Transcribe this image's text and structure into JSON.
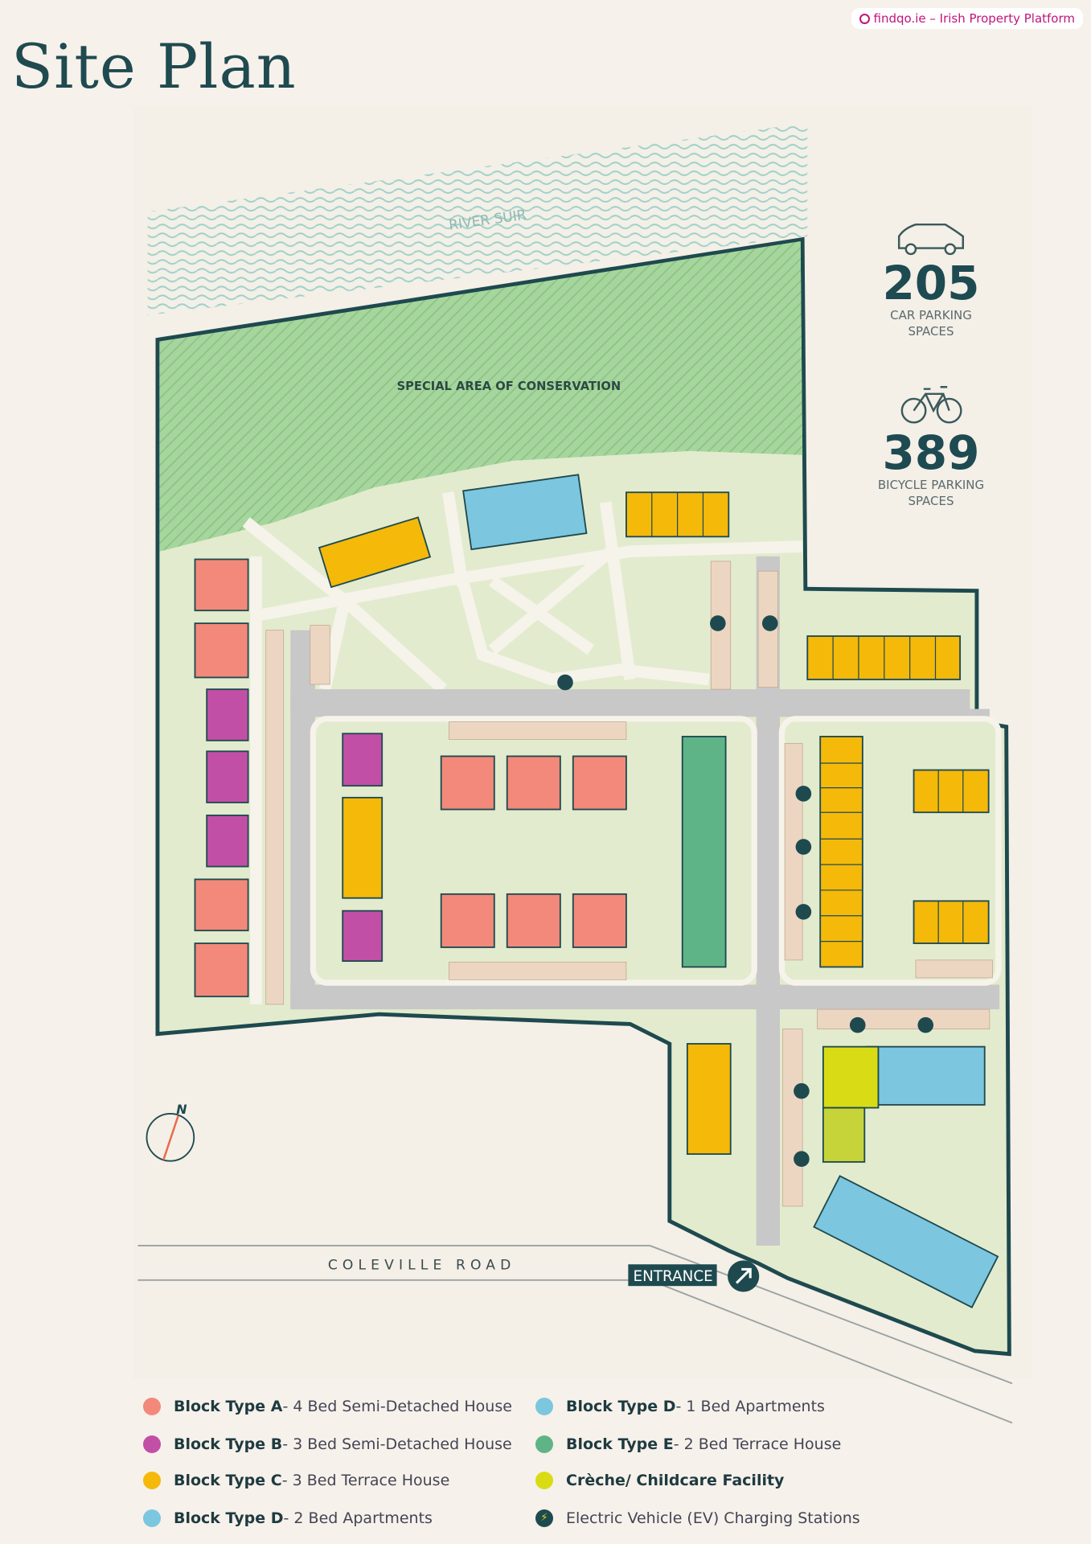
{
  "title": "Site Plan",
  "map": {
    "river_label": "RIVER SUIR",
    "conservation_label": "SPECIAL AREA OF CONSERVATION",
    "road_label": "COLEVILLE ROAD",
    "entrance_label": "ENTRANCE",
    "north_label": "N"
  },
  "stats": [
    {
      "icon": "car-icon",
      "value": "205",
      "label_line1": "CAR PARKING",
      "label_line2": "SPACES"
    },
    {
      "icon": "bicycle-icon",
      "value": "389",
      "label_line1": "BICYCLE PARKING",
      "label_line2": "SPACES"
    }
  ],
  "colors": {
    "block_a": "#f2897a",
    "block_b": "#c24fa6",
    "block_c": "#f5b90a",
    "block_d_1bed": "#7cc6df",
    "block_e": "#5fb487",
    "creche": "#d9dc14",
    "ev": "#1e4a4f",
    "boundary": "#1e4a4f",
    "land": "#e3ebce",
    "conservation": "#a6d69d",
    "road": "#c8c8c8"
  },
  "legend": [
    {
      "bold": "Block Type A",
      "text": " - 4 Bed Semi-Detached House",
      "color": "#f2897a"
    },
    {
      "bold": "Block Type B",
      "text": " - 3 Bed Semi-Detached House",
      "color": "#c24fa6"
    },
    {
      "bold": "Block Type C",
      "text": " - 3 Bed Terrace House",
      "color": "#f5b90a"
    },
    {
      "bold": "Block Type D",
      "text": " - 2 Bed Apartments",
      "color": "#7cc6df"
    },
    {
      "bold": "Block Type D",
      "text": " - 1 Bed Apartments",
      "color": "#7cc6df"
    },
    {
      "bold": "Block Type E",
      "text": " - 2 Bed Terrace House",
      "color": "#5fb487"
    },
    {
      "bold": "Crèche/ Childcare Facility",
      "text": "",
      "color": "#d9dc14"
    },
    {
      "bold": "",
      "text": "Electric Vehicle (EV) Charging Stations",
      "color": "#1e4a4f"
    }
  ],
  "watermark": "findqo.ie – Irish Property Platform"
}
